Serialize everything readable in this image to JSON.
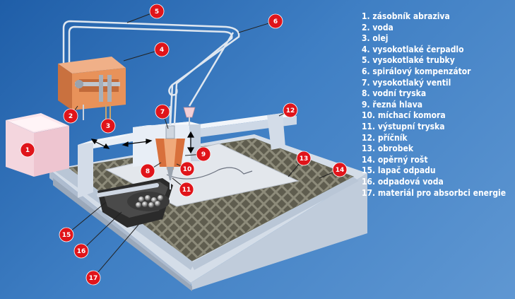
{
  "legend": [
    "1. zásobník abraziva",
    "2. voda",
    "3. olej",
    "4. vysokotlaké čerpadlo",
    "5. vysokotlaké trubky",
    "6. spirálový kompenzátor",
    "7. vysokotlaký ventil",
    "8. vodní tryska",
    "9. řezná hlava",
    "10. míchací komora",
    "11. výstupní tryska",
    "12. příčník",
    "13. obrobek",
    "14. opěrný rošt",
    "15. lapač odpadu",
    "16. odpadová voda",
    "17. materiál pro absorbci energie"
  ],
  "callouts": [
    "1",
    "2",
    "3",
    "4",
    "5",
    "6",
    "7",
    "8",
    "9",
    "10",
    "11",
    "12",
    "13",
    "14",
    "15",
    "16",
    "17"
  ],
  "colors": {
    "background": "#2f6fb8",
    "badge": "#e0141a",
    "pump": "#e8925a",
    "machine": "#c9d6e6",
    "workpiece": "#dfe4ea",
    "hopper": "#f4d6de"
  }
}
